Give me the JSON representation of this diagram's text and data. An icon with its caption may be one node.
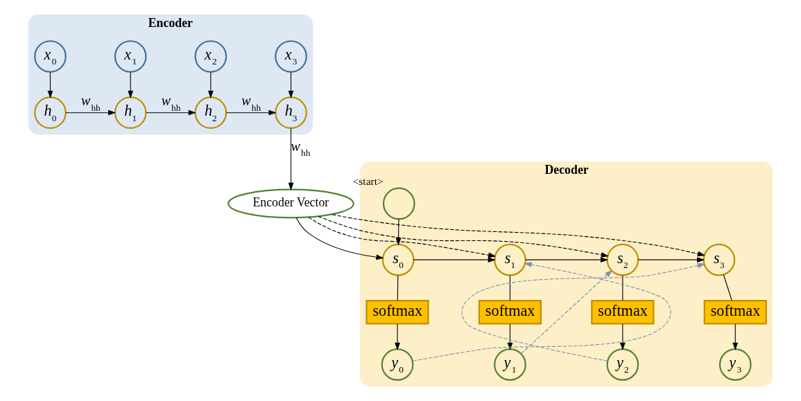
{
  "diagram": {
    "nodes": [
      {
        "text": [
          "Encoder"
        ]
      },
      {
        "text": [
          "x$_{0}$"
        ],
        "in": 0
      },
      {
        "text": [
          "x$_{1}$"
        ],
        "in": 0
      },
      {
        "text": [
          "x$_{2}$"
        ],
        "in": 0
      },
      {
        "text": [
          "x$_{3}$"
        ],
        "in": 0
      },
      {
        "text": [
          "h$_{0}$"
        ],
        "in": 0
      },
      {
        "text": [
          "h$_{1}$"
        ],
        "in": 0
      },
      {
        "text": [
          "h$_{2}$"
        ],
        "in": 0
      },
      {
        "text": [
          "h$_{3}$"
        ],
        "in": 0
      },
      {
        "text": [
          "Encoder Vector"
        ]
      },
      {
        "text": [
          "Decoder"
        ]
      },
      {
        "text": [],
        "shape": "circle",
        "beside": [
          "<start>"
        ],
        "in": 10
      },
      {
        "text": [
          "s$_{0}$"
        ],
        "in": 10
      },
      {
        "text": [
          "s$_{1}$"
        ],
        "in": 10
      },
      {
        "text": [
          "s$_{2}$"
        ],
        "in": 10
      },
      {
        "text": [
          "s$_{3}$"
        ],
        "in": 10
      },
      {
        "text": [
          "softmax"
        ],
        "in": 10
      },
      {
        "text": [
          "softmax"
        ],
        "in": 10
      },
      {
        "text": [
          "softmax"
        ],
        "in": 10
      },
      {
        "text": [
          "softmax"
        ],
        "in": 10
      },
      {
        "text": [
          "y$_{0}$"
        ],
        "in": 10
      },
      {
        "text": [
          "y$_{1}$"
        ],
        "in": 10
      },
      {
        "text": [
          "y$_{2}$"
        ],
        "in": 10
      },
      {
        "text": [
          "y$_{3}$"
        ],
        "in": 10
      }
    ],
    "edges": [
      {
        "from": 1,
        "to": 5,
        "arrow": "to"
      },
      {
        "from": 2,
        "to": 6,
        "arrow": "to"
      },
      {
        "from": 3,
        "to": 7,
        "arrow": "to"
      },
      {
        "from": 4,
        "to": 8,
        "arrow": "to"
      },
      {
        "from": 5,
        "to": 6,
        "arrow": "to",
        "label": "w$_{hh}$"
      },
      {
        "from": 6,
        "to": 7,
        "arrow": "to",
        "label": "w$_{hh}$"
      },
      {
        "from": 7,
        "to": 8,
        "arrow": "to",
        "label": "w$_{hh}$"
      },
      {
        "from": 8,
        "to": 9,
        "arrow": "to",
        "label": "w$_{hh}$"
      },
      {
        "from": 11,
        "to": 12,
        "arrow": "to"
      },
      {
        "from": 9,
        "to": 12,
        "arrow": "to"
      },
      {
        "from": 9,
        "to": 13,
        "arrow": "to",
        "style": "dashed"
      },
      {
        "from": 9,
        "to": 14,
        "arrow": "to",
        "style": "dashed"
      },
      {
        "from": 9,
        "to": 15,
        "arrow": "to",
        "style": "dashed"
      },
      {
        "from": 12,
        "to": 13,
        "arrow": "to"
      },
      {
        "from": 13,
        "to": 14,
        "arrow": "to"
      },
      {
        "from": 14,
        "to": 15,
        "arrow": "to"
      },
      {
        "from": 12,
        "to": 16,
        "arrow": "none"
      },
      {
        "from": 13,
        "to": 17,
        "arrow": "none"
      },
      {
        "from": 14,
        "to": 18,
        "arrow": "none"
      },
      {
        "from": 15,
        "to": 19,
        "arrow": "none"
      },
      {
        "from": 16,
        "to": 20,
        "arrow": "to"
      },
      {
        "from": 17,
        "to": 21,
        "arrow": "to"
      },
      {
        "from": 18,
        "to": 22,
        "arrow": "to"
      },
      {
        "from": 19,
        "to": 23,
        "arrow": "to"
      },
      {
        "from": 20,
        "to": 13,
        "arrow": "to",
        "style": "dashed",
        "color": "#7f8fa8"
      },
      {
        "from": 21,
        "to": 14,
        "arrow": "to",
        "style": "dashed",
        "color": "#7f8fa8"
      },
      {
        "from": 22,
        "to": 15,
        "arrow": "to",
        "style": "dashed",
        "color": "#7f8fa8"
      }
    ]
  }
}
